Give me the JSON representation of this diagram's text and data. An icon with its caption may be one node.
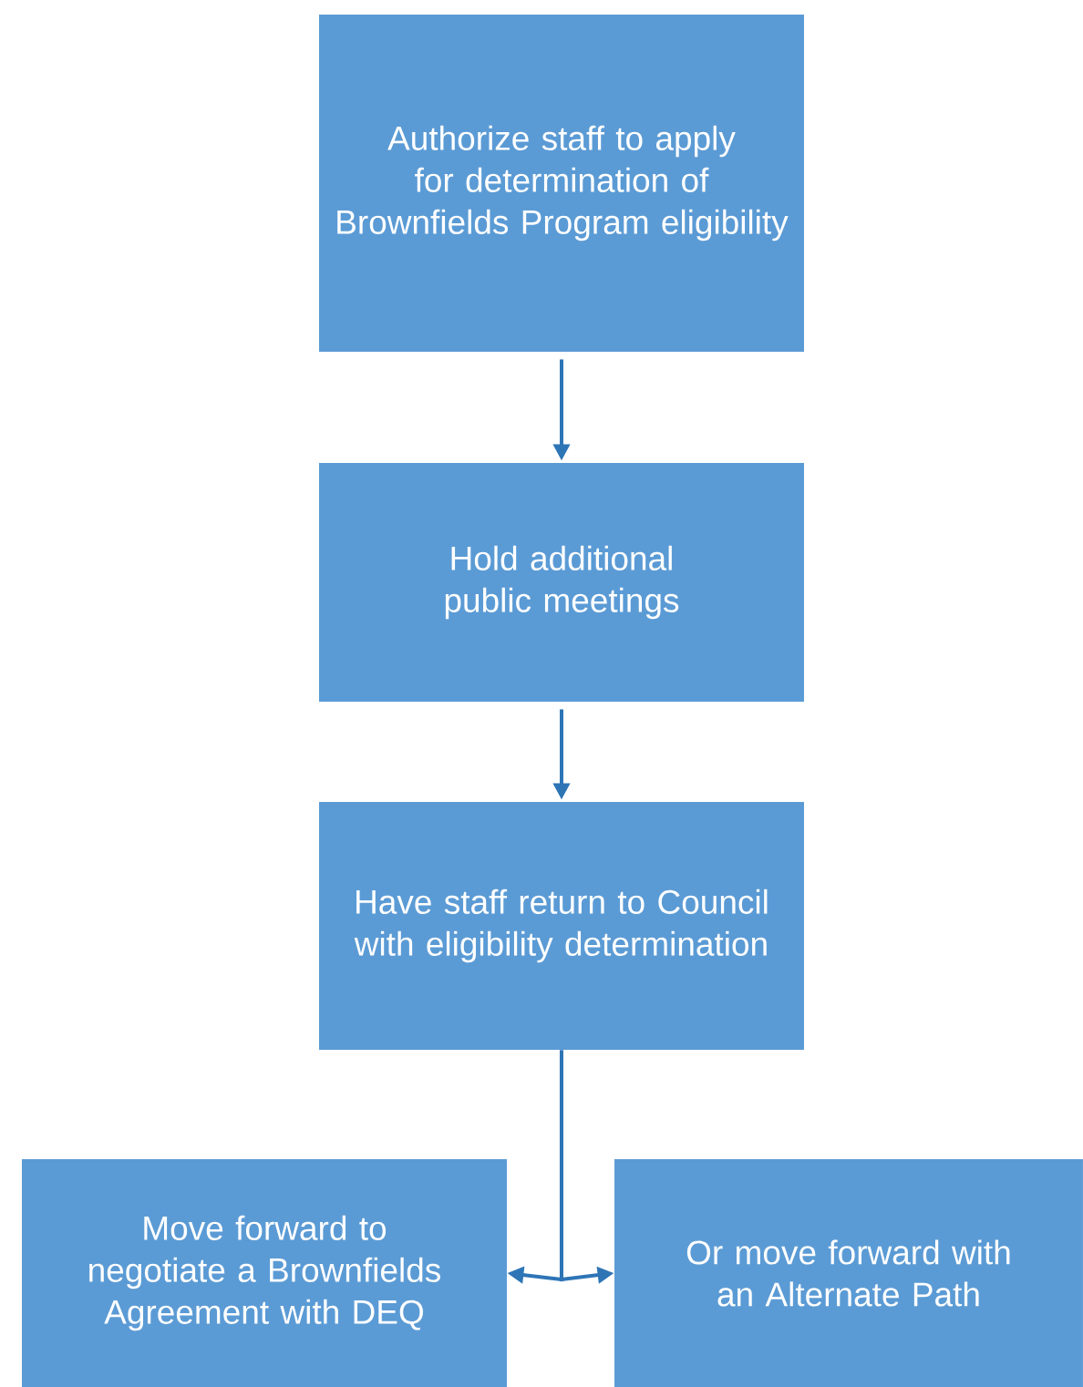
{
  "diagram": {
    "nodes": [
      {
        "text": [
          "Authorize staff to apply for determination of Brownfields Program eligibility"
        ]
      },
      {
        "text": [
          "Hold additional public meetings"
        ]
      },
      {
        "text": [
          "Have staff return to Council with eligibility determination"
        ]
      },
      {
        "text": [
          "Move forward to negotiate a Brownfields Agreement with DEQ"
        ]
      },
      {
        "text": [
          "Or move forward with an Alternate Path"
        ]
      }
    ],
    "edges": [
      {
        "from": 0,
        "to": 1,
        "arrow": "to"
      },
      {
        "from": 1,
        "to": 2,
        "arrow": "to"
      },
      {
        "from": 2,
        "to": 3,
        "arrow": "to"
      },
      {
        "from": 2,
        "to": 4,
        "arrow": "to"
      }
    ]
  }
}
